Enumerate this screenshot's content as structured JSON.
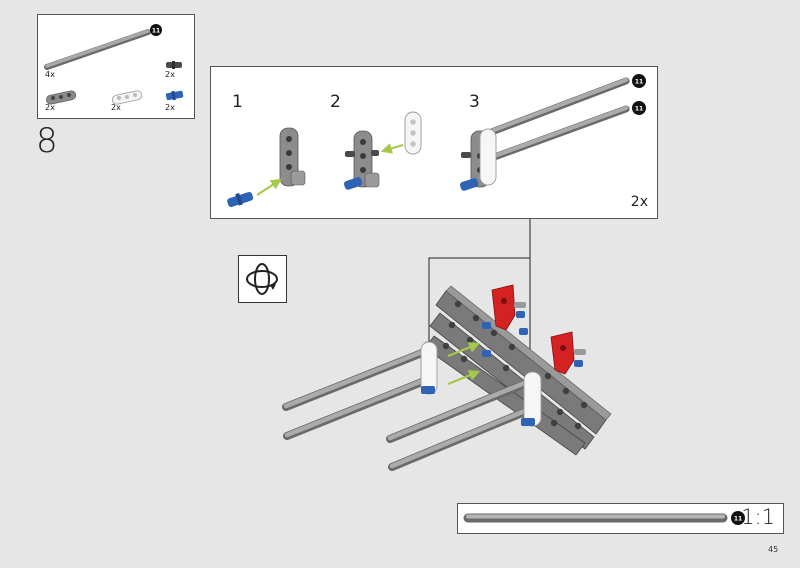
{
  "page": {
    "step_number": "8",
    "page_number": "45"
  },
  "parts_list": {
    "items": [
      {
        "part": "axle-11",
        "label": "11",
        "quantity": "4x",
        "color": "#9a9a9a"
      },
      {
        "part": "connector-pin-dark",
        "quantity": "2x",
        "color": "#555555"
      },
      {
        "part": "beam-grey",
        "quantity": "2x",
        "color": "#8a8a8a"
      },
      {
        "part": "beam-white",
        "quantity": "2x",
        "color": "#f4f4f4"
      },
      {
        "part": "axle-pin-blue",
        "quantity": "2x",
        "color": "#2f63b6"
      }
    ]
  },
  "sub_assembly": {
    "steps": [
      {
        "number": "1"
      },
      {
        "number": "2"
      },
      {
        "number": "3"
      }
    ],
    "axle_badges": [
      "11",
      "11"
    ],
    "multiplier": "2x"
  },
  "scale_reference": {
    "badge": "11",
    "scale": "1:1"
  },
  "colors": {
    "arrow_green": "#a5c94a",
    "arrow_black": "#222222",
    "beam_grey": "#7f7f7f",
    "beam_red": "#d42222",
    "pin_blue": "#2f63b6",
    "axle_grey": "#9a9a9a"
  },
  "icons": [
    "rotate-model-icon",
    "axle-length-badge-icon"
  ]
}
